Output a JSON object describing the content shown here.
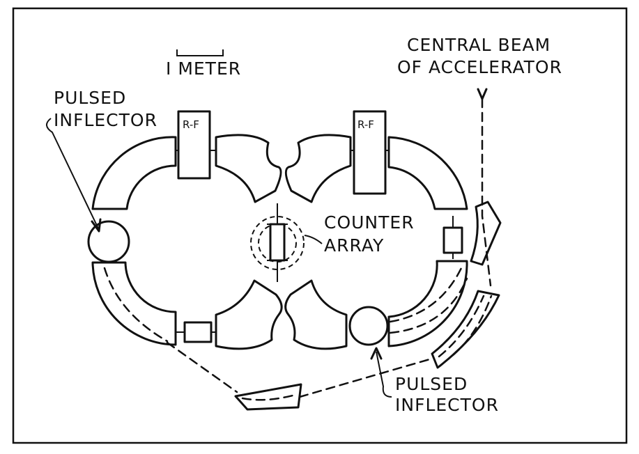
{
  "figure": {
    "scale_bar_label": "I METER",
    "rf_label": "R-F",
    "labels": {
      "left_inflector": [
        "PULSED",
        "INFLECTOR"
      ],
      "counter_array": [
        "COUNTER",
        "ARRAY"
      ],
      "central_beam": [
        "CENTRAL BEAM",
        "OF ACCELERATOR"
      ],
      "right_inflector": [
        "PULSED",
        "INFLECTOR"
      ]
    }
  }
}
